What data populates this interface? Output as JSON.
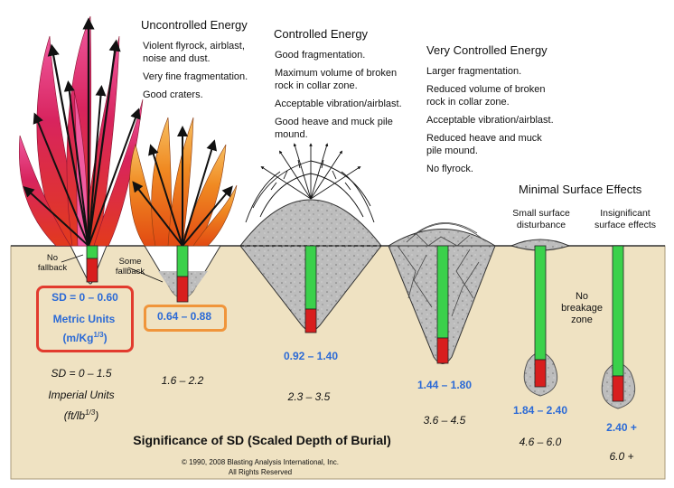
{
  "columns": [
    {
      "heading": "Uncontrolled Energy",
      "effects": [
        "Violent flyrock, airblast,",
        "noise and dust.",
        "Very fine fragmentation.",
        "Good craters."
      ]
    },
    {
      "heading": "Controlled Energy",
      "effects": [
        "Good fragmentation.",
        "Maximum volume of broken",
        "rock in collar zone.",
        "Acceptable vibration/airblast.",
        "Good heave and muck pile",
        "mound."
      ]
    },
    {
      "heading": "Very Controlled Energy",
      "effects": [
        "Larger fragmentation.",
        "Reduced volume of broken",
        "rock in collar zone.",
        "Acceptable vibration/airblast.",
        "Reduced heave and muck",
        "pile mound.",
        "No flyrock."
      ]
    },
    {
      "heading": "Minimal Surface Effects",
      "effects": []
    }
  ],
  "labels": {
    "no_fallback": [
      "No",
      "fallback"
    ],
    "some_fallback": [
      "Some",
      "fallback"
    ],
    "small_surface": [
      "Small surface",
      "disturbance"
    ],
    "insignificant": [
      "Insignificant",
      "surface effects"
    ],
    "no_breakage": [
      "No",
      "breakage",
      "zone"
    ]
  },
  "metric": {
    "sd_label": "SD = 0 – 0.60",
    "units_label": "Metric Units",
    "units_base": "(m/Kg",
    "units_exp": "1/3",
    "units_close": ")",
    "values": [
      "0.64 – 0.88",
      "0.92 – 1.40",
      "1.44 – 1.80",
      "1.84 – 2.40",
      "2.40 +"
    ]
  },
  "imperial": {
    "sd_label": "SD = 0 – 1.5",
    "units_label": "Imperial Units",
    "units_base": "(ft/lb",
    "units_exp": "1/3",
    "units_close": ")",
    "values": [
      "1.6 – 2.2",
      "2.3 – 3.5",
      "3.6 – 4.5",
      "4.6 – 6.0",
      "6.0 +"
    ]
  },
  "title": "Significance of SD (Scaled Depth of Burial)",
  "copyright": [
    "© 1990, 2008 Blasting Analysis International, Inc.",
    "All Rights Reserved"
  ],
  "colors": {
    "ground": "#efe2c2",
    "rock": "#b9b9b9",
    "stemming": "#3bd14b",
    "explosive": "#d81e1e",
    "metric_text": "#2b6ad6",
    "box_red": "#e23b2e",
    "box_orange": "#f0953b"
  }
}
